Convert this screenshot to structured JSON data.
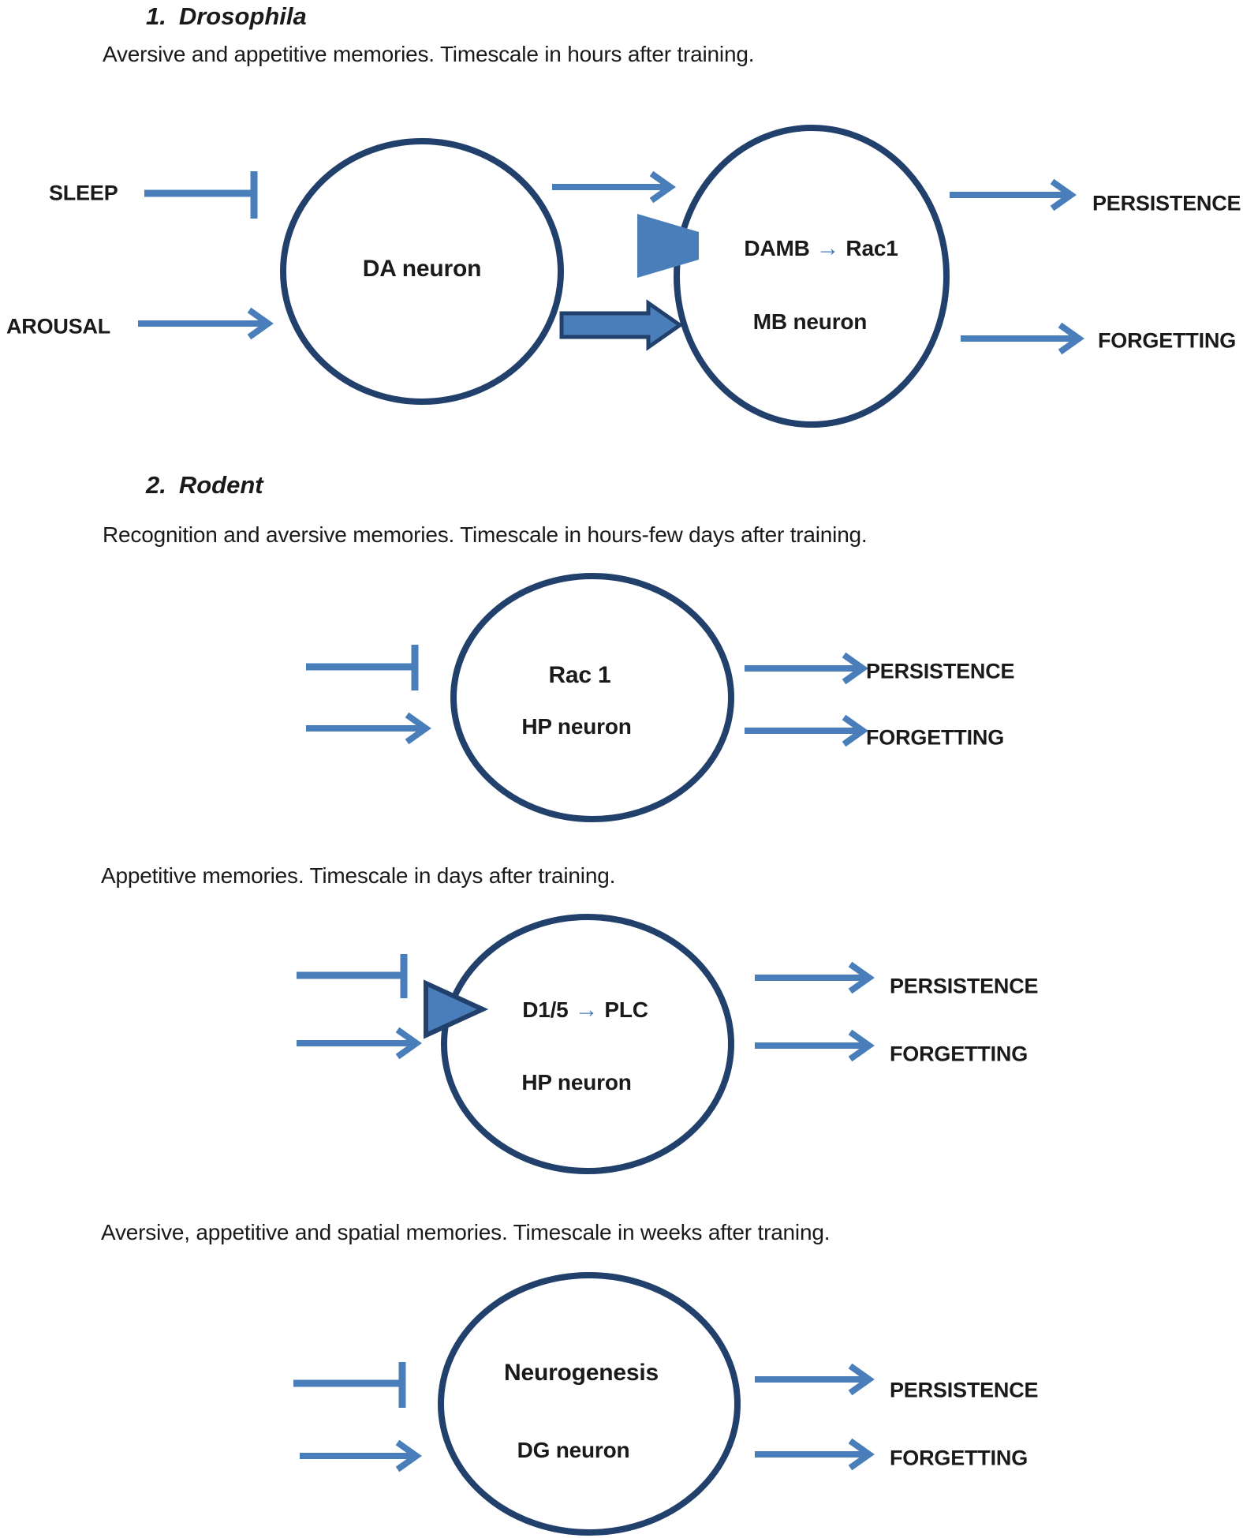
{
  "colors": {
    "accent_blue": "#4a7ebb",
    "dark_navy": "#21406b",
    "text": "#1a1a1a",
    "background": "#ffffff"
  },
  "section1": {
    "number": "1.",
    "title": "Drosophila",
    "subtitle": "Aversive and appetitive memories. Timescale in hours after training."
  },
  "section2": {
    "number": "2.",
    "title": "Rodent",
    "subtitle1": "Recognition and aversive memories. Timescale in hours-few days after training.",
    "subtitle2": "Appetitive memories. Timescale in days after training.",
    "subtitle3": "Aversive, appetitive and spatial memories. Timescale in weeks after traning."
  },
  "diagram1": {
    "input_inhibit": "SLEEP",
    "input_activate": "AROUSAL",
    "circle1_label": "DA neuron",
    "circle2_pathway_from": "DAMB",
    "circle2_pathway_arrow": "→",
    "circle2_pathway_to": "Rac1",
    "circle2_label": "MB neuron",
    "output_top": "PERSISTENCE",
    "output_bottom": "FORGETTING"
  },
  "diagram2": {
    "circle_molecule": "Rac 1",
    "circle_label": "HP neuron",
    "output_top": "PERSISTENCE",
    "output_bottom": "FORGETTING"
  },
  "diagram3": {
    "pathway_from": "D1/5",
    "pathway_arrow": "→",
    "pathway_to": "PLC",
    "circle_label": "HP neuron",
    "output_top": "PERSISTENCE",
    "output_bottom": "FORGETTING"
  },
  "diagram4": {
    "circle_molecule": "Neurogenesis",
    "circle_label": "DG neuron",
    "output_top": "PERSISTENCE",
    "output_bottom": "FORGETTING"
  }
}
